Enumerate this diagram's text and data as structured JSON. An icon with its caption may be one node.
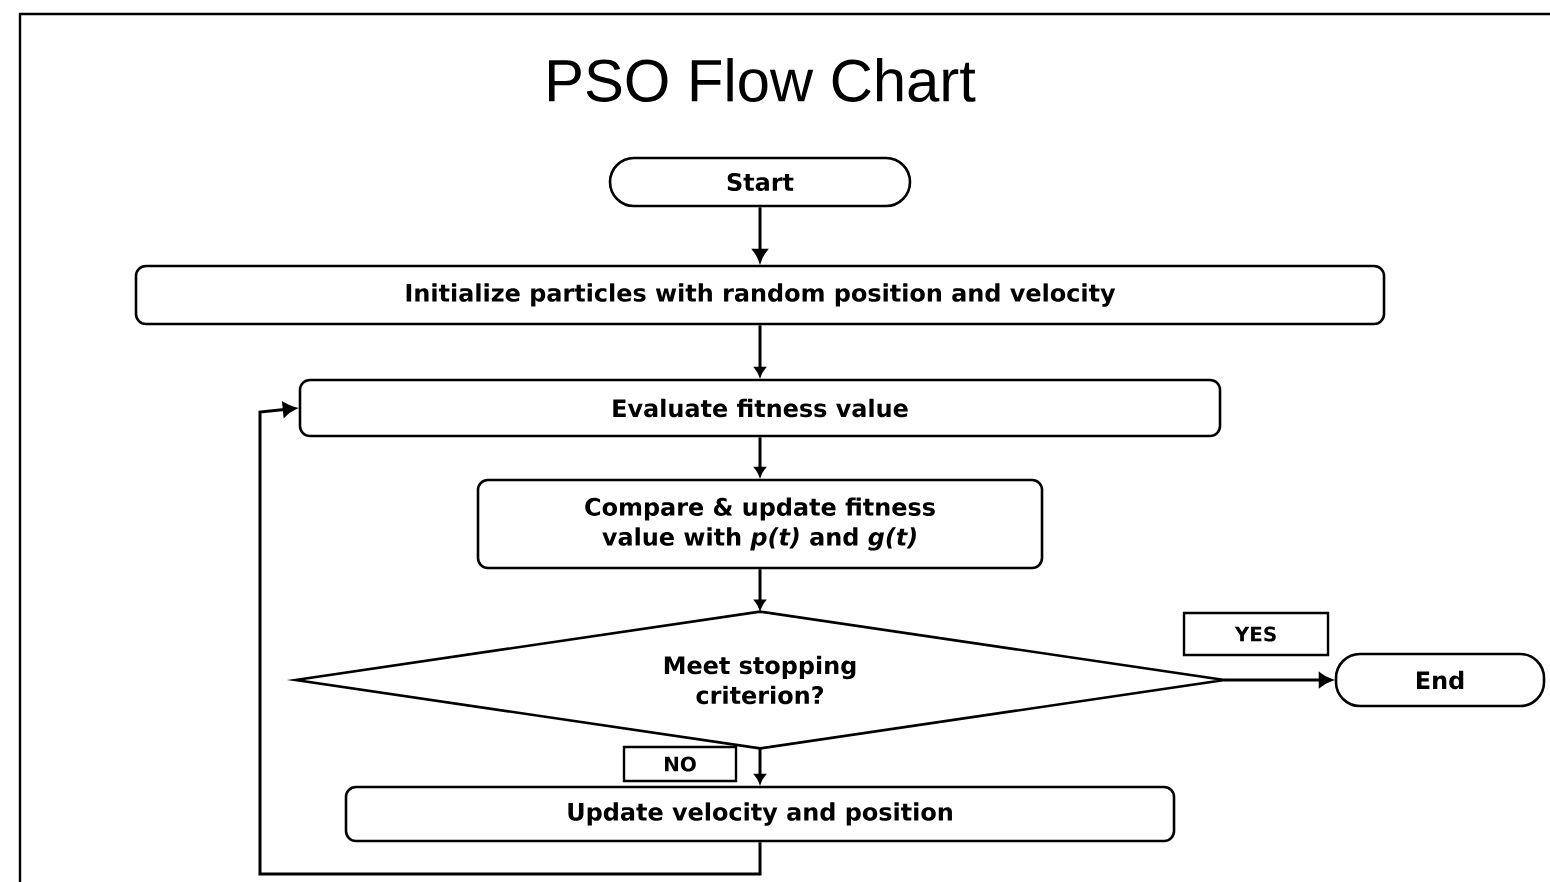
{
  "diagram": {
    "title": "PSO Flow Chart",
    "nodes": [
      {
        "text": [
          "Start"
        ]
      },
      {
        "text": [
          "Initialize particles with random position and velocity"
        ]
      },
      {
        "text": [
          "Evaluate fitness value"
        ]
      },
      {
        "text": [
          "Compare & update fitness value with *p(t)* and *g(t)*"
        ]
      },
      {
        "text": [
          "Meet stopping criterion?"
        ]
      },
      {
        "text": [
          "End"
        ]
      },
      {
        "text": [
          "Update velocity and position"
        ]
      }
    ],
    "edges": [
      {
        "from": 0,
        "to": 1,
        "arrow": "to"
      },
      {
        "from": 1,
        "to": 2,
        "arrow": "to"
      },
      {
        "from": 2,
        "to": 3,
        "arrow": "to"
      },
      {
        "from": 3,
        "to": 4,
        "arrow": "to"
      },
      {
        "from": 4,
        "to": 5,
        "arrow": "to",
        "label": "YES"
      },
      {
        "from": 4,
        "to": 6,
        "arrow": "to",
        "label": "NO"
      },
      {
        "from": 6,
        "to": 2,
        "arrow": "to"
      }
    ]
  }
}
